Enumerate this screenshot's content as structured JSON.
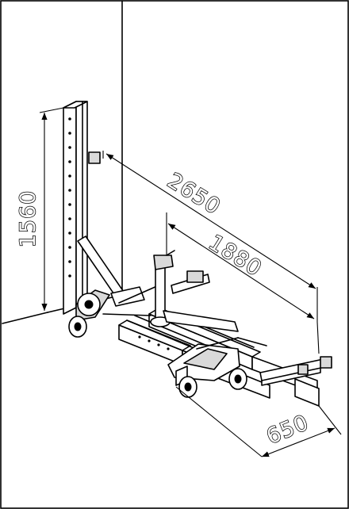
{
  "dimensions": {
    "height": "1560",
    "overall_length": "2650",
    "inner_length": "1880",
    "width": "650"
  }
}
